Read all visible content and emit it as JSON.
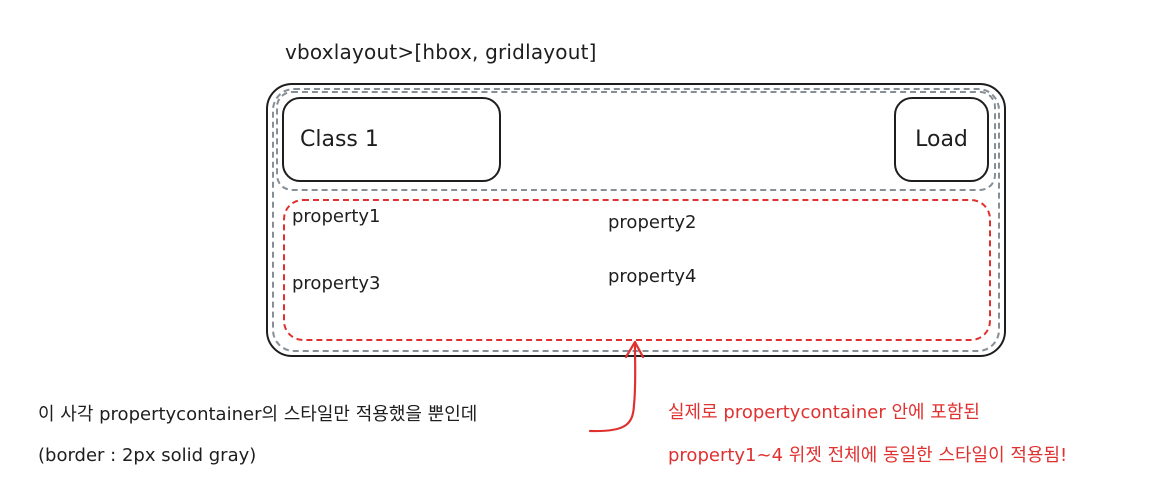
{
  "diagram": {
    "title": "vboxlayout>[hbox, gridlayout]",
    "class_label": "Class 1",
    "load_label": "Load",
    "properties": [
      "property1",
      "property2",
      "property3",
      "property4"
    ],
    "note_left": [
      "이 사각 propertycontainer의 스타일만 적용했을 뿐인데",
      "(border : 2px solid gray)"
    ],
    "note_right": [
      "실제로 propertycontainer 안에 포함된",
      "property1~4 위젯 전체에 동일한 스타일이 적용됨!"
    ],
    "colors": {
      "stroke": "#1e1e1e",
      "gray_dash": "#868e96",
      "red": "#e03131"
    }
  }
}
